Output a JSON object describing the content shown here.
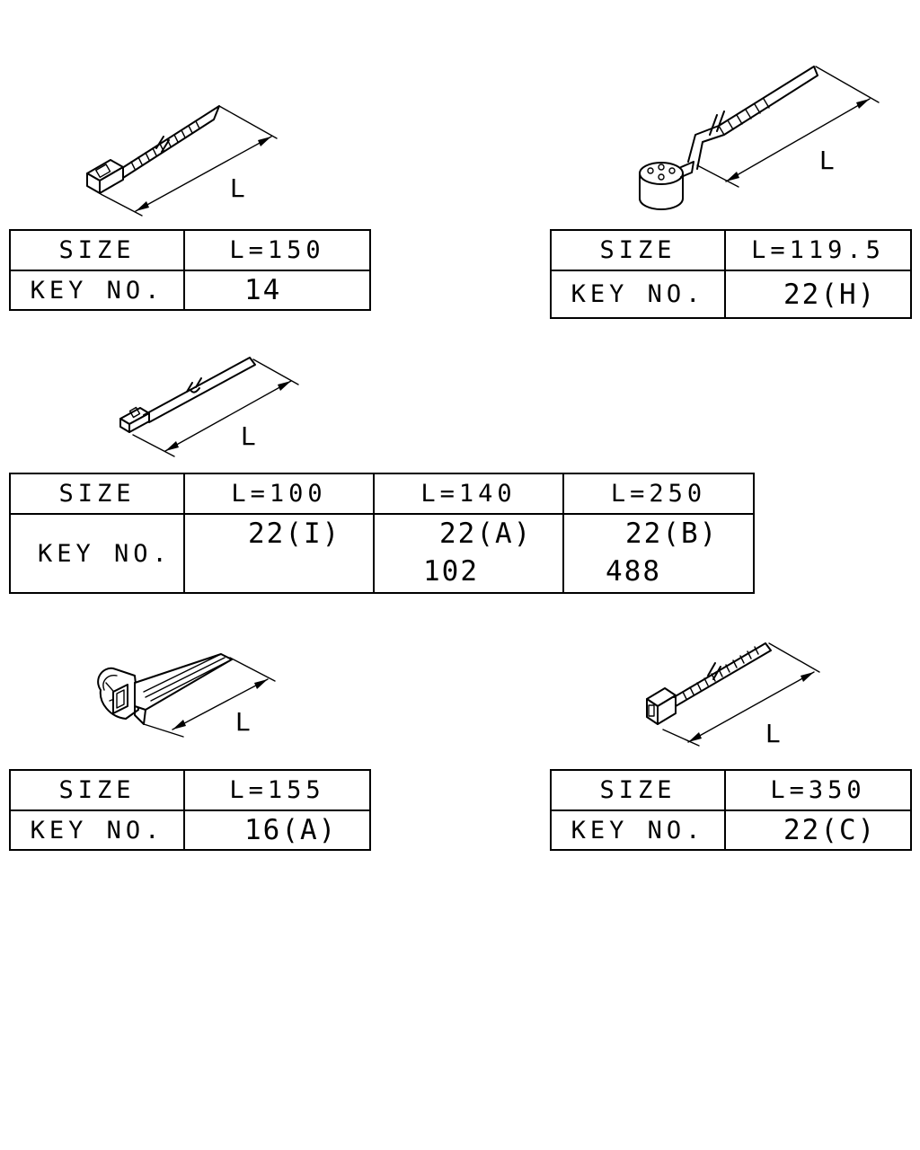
{
  "dimension_label": "L",
  "diagrams": [
    {
      "id": "tie-square-head",
      "size_header": "SIZE",
      "key_header": "KEY NO.",
      "sizes": [
        "L=150"
      ],
      "keys": [
        [
          "14"
        ]
      ]
    },
    {
      "id": "tie-round-clip",
      "size_header": "SIZE",
      "key_header": "KEY NO.",
      "sizes": [
        "L=119.5"
      ],
      "keys": [
        [
          "22(H)"
        ]
      ]
    },
    {
      "id": "tie-flat-clip",
      "size_header": "SIZE",
      "key_header": "KEY NO.",
      "sizes": [
        "L=100",
        "L=140",
        "L=250"
      ],
      "keys": [
        [
          "22(I)"
        ],
        [
          "22(A)",
          "102"
        ],
        [
          "22(B)",
          "488"
        ]
      ]
    },
    {
      "id": "band-clamp",
      "size_header": "SIZE",
      "key_header": "KEY NO.",
      "sizes": [
        "L=155"
      ],
      "keys": [
        [
          "16(A)"
        ]
      ]
    },
    {
      "id": "tie-box-head",
      "size_header": "SIZE",
      "key_header": "KEY NO.",
      "sizes": [
        "L=350"
      ],
      "keys": [
        [
          "22(C)"
        ]
      ]
    }
  ]
}
